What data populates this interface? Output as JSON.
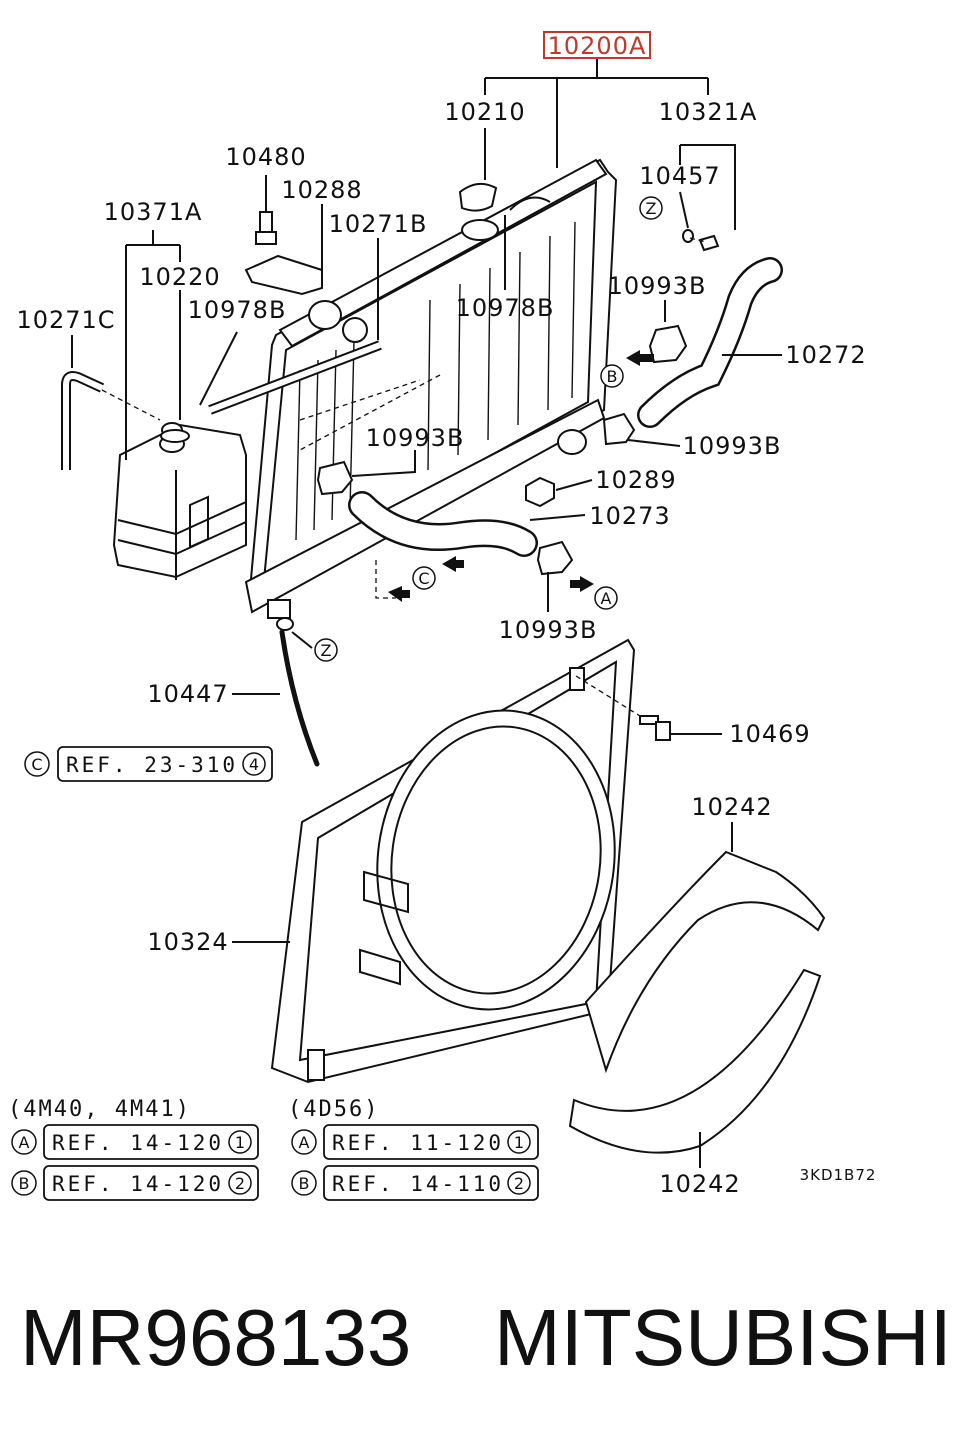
{
  "diagram": {
    "part_labels": {
      "p10200A": "10200A",
      "p10210": "10210",
      "p10321A": "10321A",
      "p10480": "10480",
      "p10288": "10288",
      "p10457": "10457",
      "p10371A": "10371A",
      "p10271B": "10271B",
      "p10220": "10220",
      "p10978B_left": "10978B",
      "p10978B_right": "10978B",
      "p10993B_a": "10993B",
      "p10271C": "10271C",
      "p10272": "10272",
      "p10993B_b": "10993B",
      "p10993B_c": "10993B",
      "p10289": "10289",
      "p10273": "10273",
      "p10993B_d": "10993B",
      "p10447": "10447",
      "p10469": "10469",
      "p10242_top": "10242",
      "p10324": "10324",
      "p10242_bottom": "10242"
    },
    "circle_markers": {
      "z": "Z",
      "b": "B",
      "c": "C",
      "a": "A"
    },
    "ref_boxes": {
      "c_ref_text": "REF. 23-310",
      "c_ref_num": "4",
      "engine_group_1": "(4M40, 4M41)",
      "engine_group_2": "(4D56)",
      "g1_a_text": "REF. 14-120",
      "g1_a_num": "1",
      "g1_b_text": "REF. 14-120",
      "g1_b_num": "2",
      "g2_a_text": "REF. 11-120",
      "g2_a_num": "1",
      "g2_b_text": "REF. 14-110",
      "g2_b_num": "2"
    },
    "drawing_code": "3KD1B72"
  },
  "footer": {
    "part_number": "MR968133",
    "brand": "MITSUBISHI"
  },
  "colors": {
    "highlight": "#c0392b",
    "line": "#111111",
    "background": "#ffffff"
  }
}
